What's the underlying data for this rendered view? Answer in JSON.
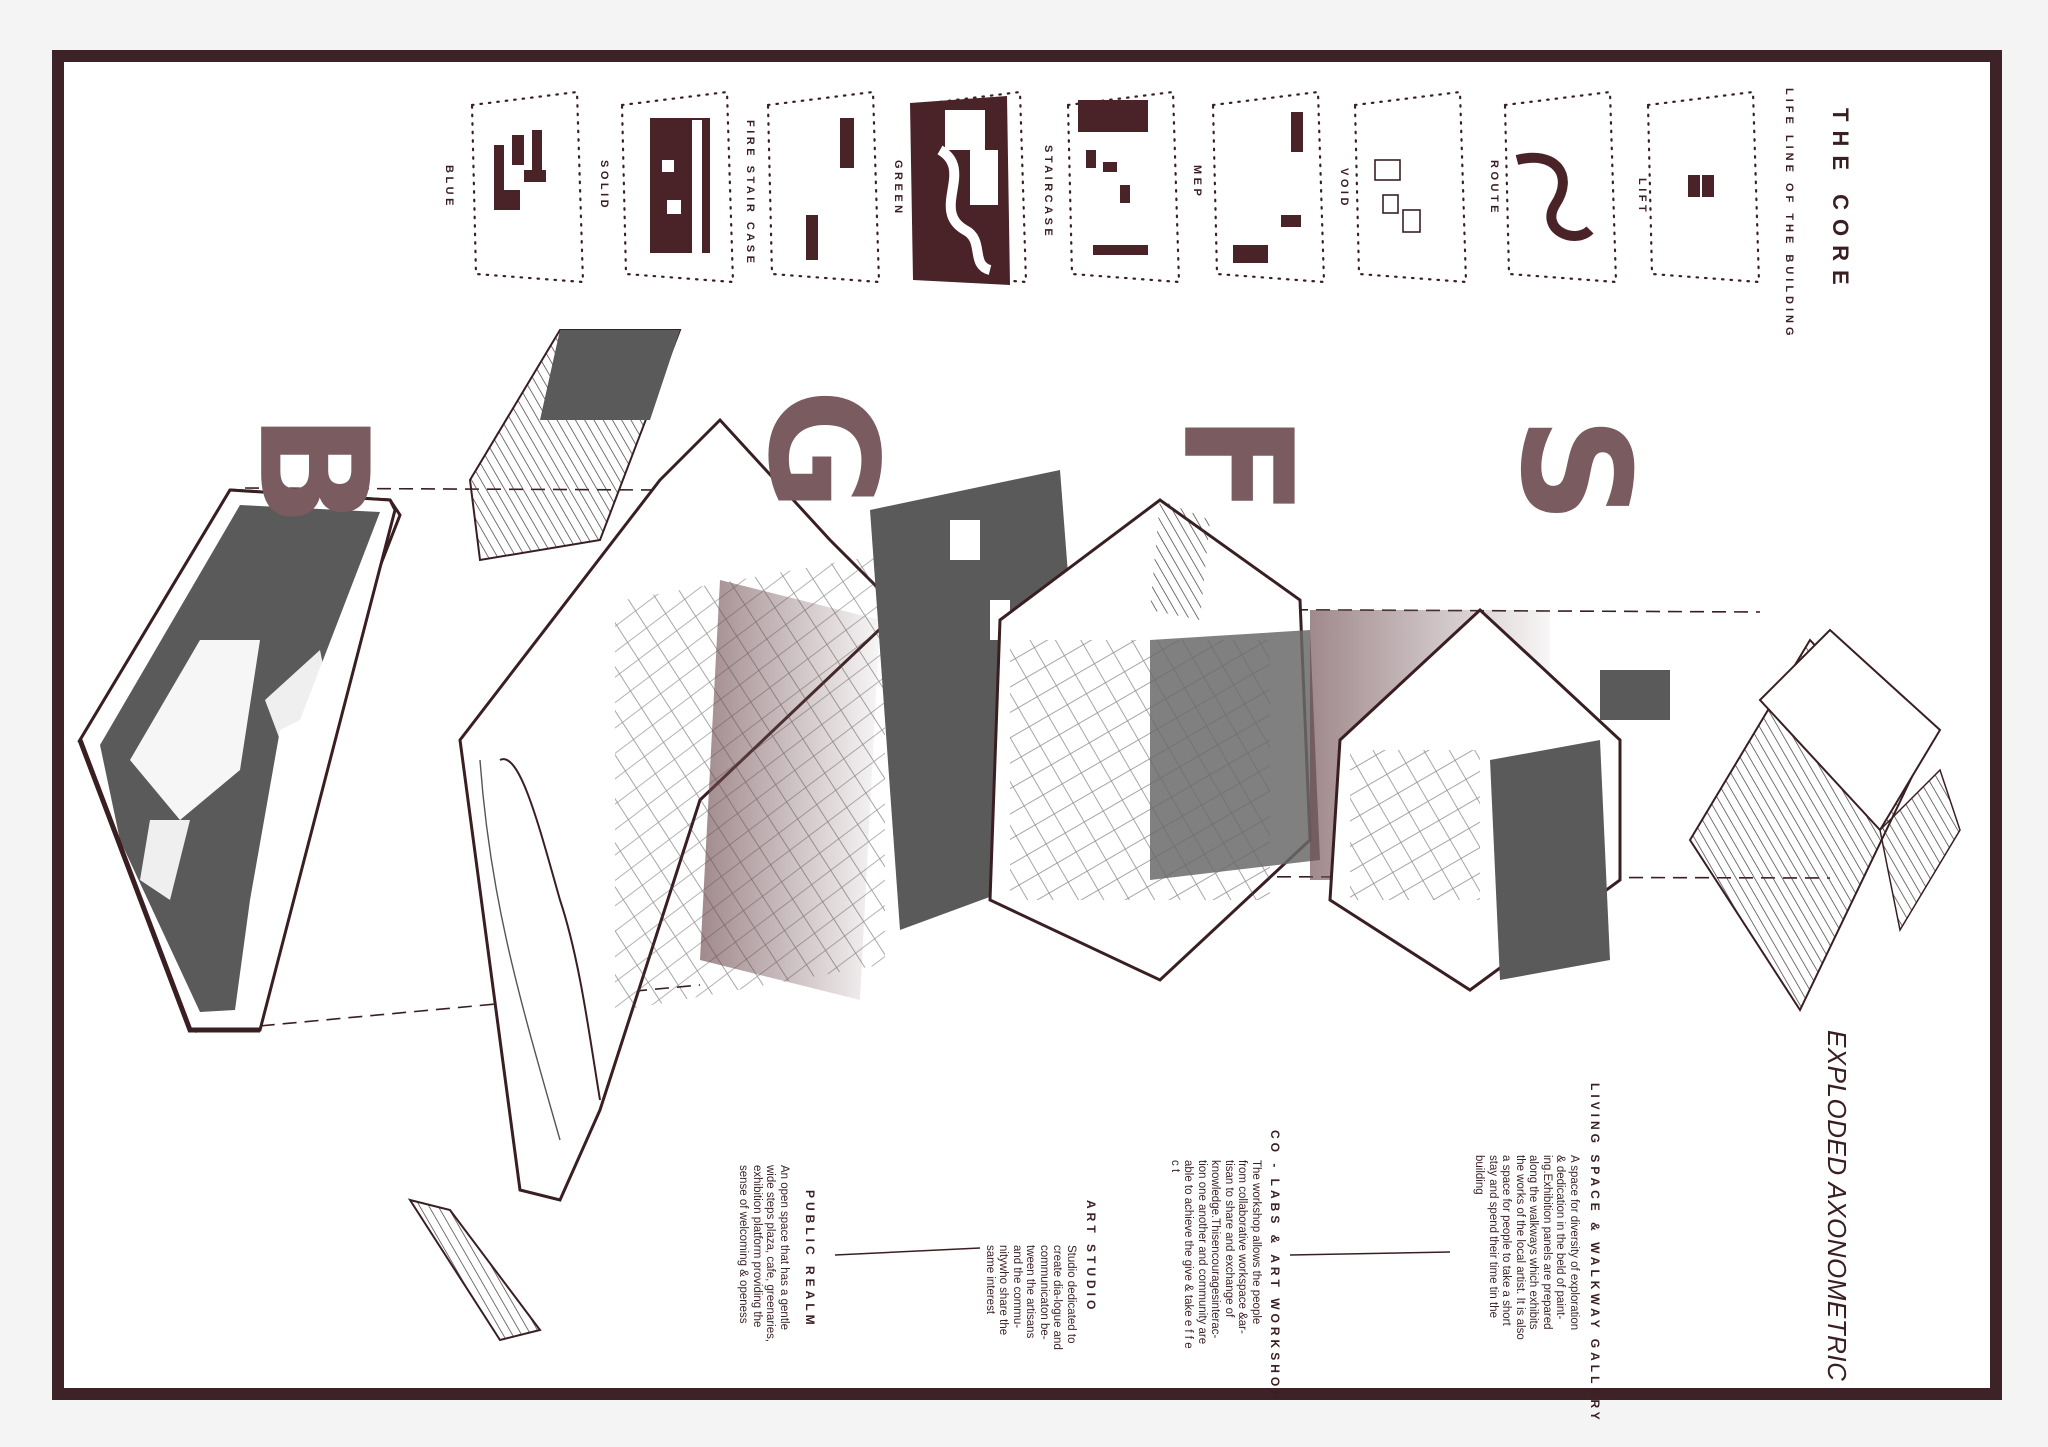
{
  "core": {
    "title": "THE CORE",
    "subtitle": "LIFE LINE OF THE BUILDING",
    "diagrams": [
      {
        "label": "BLUE"
      },
      {
        "label": "SOLID"
      },
      {
        "label": "FIRE STAIR CASE"
      },
      {
        "label": "GREEN"
      },
      {
        "label": "STAIRCASE"
      },
      {
        "label": "MEP"
      },
      {
        "label": "VOID"
      },
      {
        "label": "ROUTE"
      },
      {
        "label": "LIFT"
      }
    ]
  },
  "floor_letters": [
    "B",
    "G",
    "F",
    "S"
  ],
  "exploded_title": "EXPLODED AXONOMETRIC",
  "sections": {
    "living_space": {
      "title": "LIVING SPACE & WALKWAY GALLERY",
      "body": "A space for diversity of exploration & dedication in the beld of paint-ing.Exhibition panels are prepared along the walkways which exhibits the works of the local artist. It is also a space for people to take a short stay and spend their time tin the building"
    },
    "co_labs": {
      "title": "CO - LABS & ART WORKSHOP",
      "body": "The workshop allows the people from collaborative workspace &ar-tisan to share and exchange of knowledge.Thisencouragesinterac-tion one another and community are able to achieve the give & take e f f e c t"
    },
    "art_studio": {
      "title": "ART STUDIO",
      "body": "Studio dedicated to create dia-logue and communicaton be-tween the artisans and the commu-nitywho share the same interest"
    },
    "public_realm": {
      "title": "PUBLIC REALM",
      "body": "An open space that has a gentle wide steps plaza, cafe, greenaries, exhibition platform providing the sense of welcoming & openess"
    }
  },
  "colors": {
    "frame": "#3d2327",
    "accent": "#4a2328",
    "shadow": "#545454",
    "letters": "#7a5c60",
    "haze": "#8a6a6e"
  }
}
